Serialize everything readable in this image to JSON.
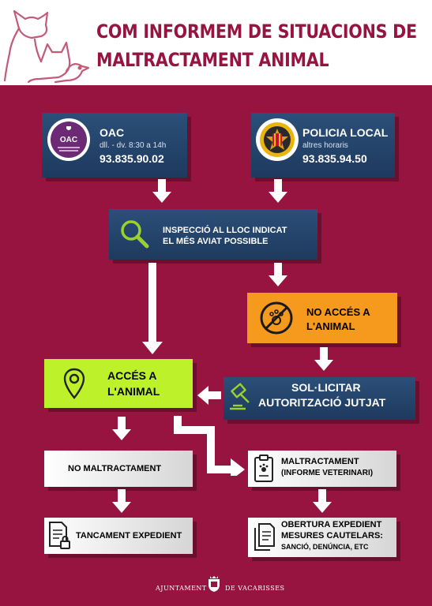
{
  "title": {
    "line1": "COM INFORMEM DE SITUACIONS DE",
    "line2": "MALTRACTAMENT ANIMAL"
  },
  "oac": {
    "logo_text": "OAC",
    "name": "OAC",
    "hours": "dll. - dv. 8:30 a 14h",
    "phone": "93.835.90.02"
  },
  "policia": {
    "name": "POLICIA LOCAL",
    "hours": "altres horaris",
    "phone": "93.835.94.50"
  },
  "steps": {
    "inspeccio": [
      "INSPECCIÓ AL LLOC INDICAT",
      "EL MÉS AVIAT POSSIBLE"
    ],
    "no_acces": [
      "NO ACCÉS A",
      "L'ANIMAL"
    ],
    "acces": [
      "ACCÉS A",
      "L'ANIMAL"
    ],
    "solicitar": [
      "SOL·LICITAR",
      "AUTORITZACIÓ JUTJAT"
    ],
    "no_maltractament": "NO MALTRACTAMENT",
    "maltractament": [
      "MALTRACTAMENT",
      "(INFORME VETERINARI)"
    ],
    "tancament": "TANCAMENT EXPEDIENT",
    "obertura": [
      "OBERTURA EXPEDIENT",
      "MESURES CAUTELARS:",
      "SANCIÓ, DENÚNCIA, ETC"
    ]
  },
  "footer": {
    "left": "AJUNTAMENT",
    "right": "DE VACARISSES"
  },
  "colors": {
    "background": "#96143f",
    "navy": "#1e3a5e",
    "orange": "#f59a1c",
    "green": "#bdf12a",
    "icon_green": "#9ad12c"
  },
  "icons": [
    "pets-outline-icon",
    "oac-logo",
    "police-badge-icon",
    "search-icon",
    "no-pets-icon",
    "location-pin-icon",
    "gavel-icon",
    "clipboard-paw-icon",
    "document-lock-icon",
    "documents-icon",
    "crest-icon"
  ]
}
